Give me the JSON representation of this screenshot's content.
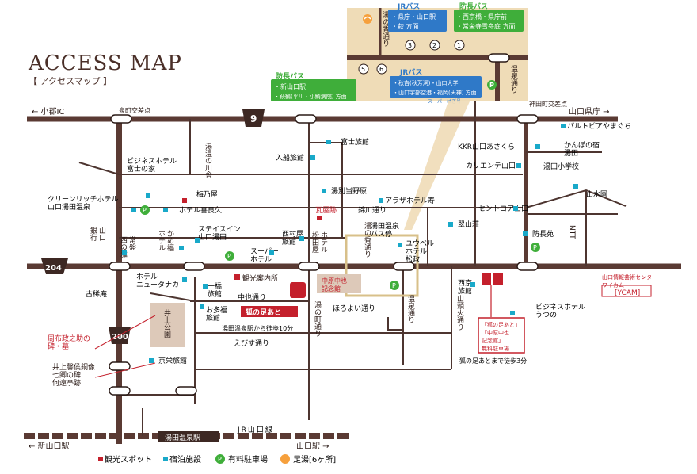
{
  "title": "ACCESS MAP",
  "subtitle": "【 アクセスマップ 】",
  "directions": {
    "ogori_ic": "← 小郡IC",
    "yamaguchi_kencho": "山口県庁 →",
    "shin_yamaguchi": "← 新山口駅",
    "yamaguchi_station": "山口駅 →"
  },
  "intersections": {
    "izumimachi": "泉町交差点",
    "kamitabata": "神田町交差点"
  },
  "route_numbers": {
    "r9": "9",
    "r204": "204",
    "r200": "200"
  },
  "streets": {
    "nishikigawa": "錦川通り",
    "chuya": "中也通り",
    "horoyoi": "ほろよい通り",
    "ebisu": "えびす通り",
    "yunomachi": "湯の町通り",
    "yunokou": "湯の香通り",
    "onsen": "温泉通り",
    "santouka": "山頭火通り",
    "yunokou_inset": "湯の香通り",
    "onsen_inset": "温泉通り",
    "jr_line": "JR山口線"
  },
  "buses": {
    "jr_bus_top": {
      "title": "JRバス",
      "lines": [
        "・県庁・山口駅",
        "・萩       方面"
      ]
    },
    "bocho_bus_top": {
      "title": "防長バス",
      "lines": [
        "・西京橋・県庁前",
        "・常栄寺雪舟庭 方面"
      ]
    },
    "bocho_bus_left": {
      "title": "防長バス",
      "lines": [
        "・新山口駅",
        "・萩鶴(平川・小鯖病院) 方面"
      ]
    },
    "jr_bus_right": {
      "title": "JRバス",
      "lines": [
        "・秋吉(秋芳洞)・山口大学",
        "・山口宇部空港・福岡(天神) 方面"
      ],
      "note": "スーパーはぎ号"
    },
    "stop_numbers": [
      "3",
      "2",
      "1",
      "5",
      "6"
    ]
  },
  "inset_labels": {
    "yuda_bus_stop": "湯田温泉\nバス停"
  },
  "sightseeing": {
    "yuonkawa": "湯温の川舎",
    "kawaraato": "瓦屋跡",
    "kankou_annaisho": "観光案内所",
    "kitsune_ashiato": "狐の足あと",
    "nakahara_chuya": "中原中也\n記念館",
    "inoue_park": "井上公園",
    "shuusai": "周布政之助の\n碑・墓",
    "inoue_kaoru": "井上馨侯銅像\n七卿の碑\n何遠亭跡",
    "walk_note": "湯田温泉駅から徒歩10分",
    "ashiato_walk": "狐の足あとまで徒歩3分",
    "parking_sign": "「狐の足あと」\n「中原中也\n記念館」\n無料駐車場"
  },
  "places": {
    "business_fujinoya": "ビジネスホテル\n富士の家",
    "greenrich": "クリーンリッチホテル\n山口湯田温泉",
    "umenoya": "梅乃屋",
    "kisaku": "ホテル喜良久",
    "fuji_ryokan": "富士旅館",
    "irifune": "入船旅館",
    "yubetsu": "湯別当野原",
    "araza": "アラザホテル寿",
    "nishimuraya": "西村屋\n旅館",
    "matsudaya": "ホテル\n松田屋",
    "super_hotel": "スーパー\nホテル",
    "yunohazama": "ユウベル\nホテル\n松政",
    "stayin": "ステイスイン\n山口湯田",
    "kameno": "かめ福\nホテル",
    "tokiwa": "常盤\n西の雅",
    "hotel_newtanaka": "ホテル\nニュータナカ",
    "ichifuji": "一橋\n旅館",
    "ohfuku": "お多福\n旅館",
    "kyoei": "京栄旅館",
    "saikyo": "西京\n旅館",
    "business_utsuno": "ビジネスホテル\nうつの",
    "boucho_sou": "防長苑",
    "suizan": "翠山荘",
    "sentokoa": "セントコア山口",
    "kariente": "カリエンテ山口",
    "kkr": "KKR山口あさくら",
    "kanpo": "かんぽの宿\n湯田",
    "pal": "パルトピアやまぐち",
    "yuda_elementary": "湯田小学校",
    "sansui": "山水園",
    "ntt": "NTT",
    "ycam": "山口情報芸術センター\nワイカム",
    "ycam_short": "[YCAM]",
    "kosenan": "古稀庵",
    "yamaguchi_bank": "山口\n銀行",
    "yuda_station": "湯田温泉駅"
  },
  "legend": {
    "sightseeing": "観光スポット",
    "lodging": "宿泊施設",
    "parking": "有料駐車場",
    "footbath": "足湯[6ヶ所]",
    "parking_symbol": "P"
  },
  "colors": {
    "road": "#5a3a33",
    "brand_red": "#c4202c",
    "cyan": "#19a9c9",
    "bus_green": "#3fae3a",
    "bus_blue": "#2f79c8",
    "inset_bg": "#efdcb7",
    "park_bg": "#ddc9b9"
  }
}
